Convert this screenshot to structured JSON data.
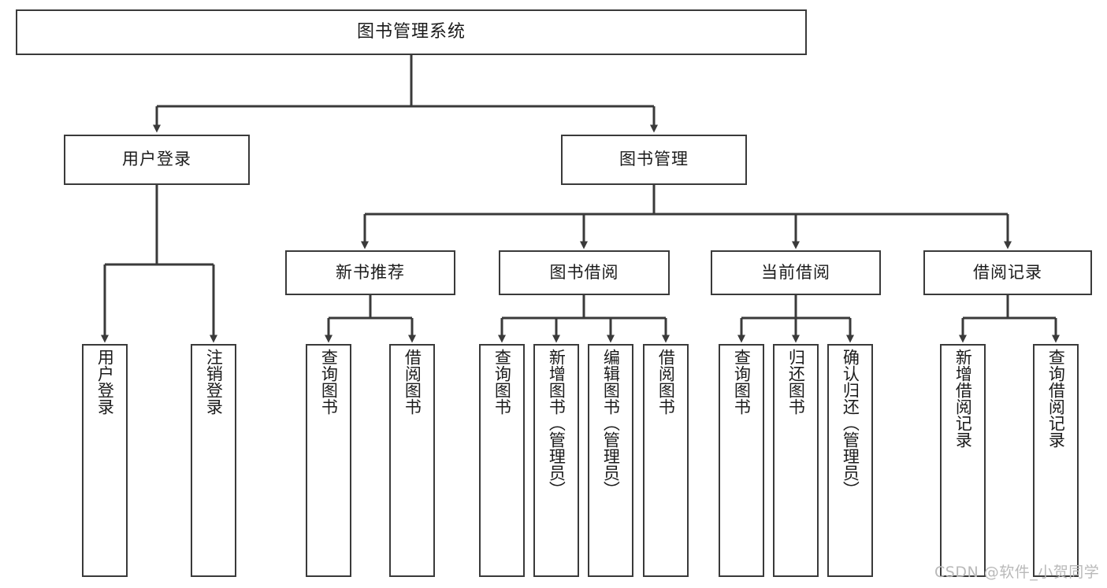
{
  "diagram": {
    "title": "图书管理系统",
    "type": "tree",
    "watermark": "CSDN @软件_小贺同学",
    "colors": {
      "box_border": "#3a3a3a",
      "box_fill": "#ffffff",
      "connector": "#3a3a3a",
      "text": "#1b1b1b",
      "watermark": "#b9b9b9",
      "background": "#ffffff"
    },
    "levels": {
      "root": {
        "label": "图书管理系统"
      },
      "level2": [
        {
          "id": "user-login",
          "label": "用户登录"
        },
        {
          "id": "book-management",
          "label": "图书管理"
        }
      ],
      "level3": [
        {
          "id": "new-book-recommend",
          "label": "新书推荐",
          "parent": "book-management"
        },
        {
          "id": "book-borrow",
          "label": "图书借阅",
          "parent": "book-management"
        },
        {
          "id": "current-borrow",
          "label": "当前借阅",
          "parent": "book-management"
        },
        {
          "id": "borrow-record",
          "label": "借阅记录",
          "parent": "book-management"
        }
      ],
      "leaves": [
        {
          "id": "leaf-user-login",
          "label": "用户登录",
          "parent": "user-login"
        },
        {
          "id": "leaf-logout",
          "label": "注销登录",
          "parent": "user-login"
        },
        {
          "id": "leaf-query-book-1",
          "label": "查询图书",
          "parent": "new-book-recommend"
        },
        {
          "id": "leaf-borrow-book-1",
          "label": "借阅图书",
          "parent": "new-book-recommend"
        },
        {
          "id": "leaf-query-book-2",
          "label": "查询图书",
          "parent": "book-borrow"
        },
        {
          "id": "leaf-add-book",
          "label": "新增图书（管理员）",
          "parent": "book-borrow"
        },
        {
          "id": "leaf-edit-book",
          "label": "编辑图书（管理员）",
          "parent": "book-borrow"
        },
        {
          "id": "leaf-borrow-book-2",
          "label": "借阅图书",
          "parent": "book-borrow"
        },
        {
          "id": "leaf-query-book-3",
          "label": "查询图书",
          "parent": "current-borrow"
        },
        {
          "id": "leaf-return-book",
          "label": "归还图书",
          "parent": "current-borrow"
        },
        {
          "id": "leaf-confirm-return",
          "label": "确认归还（管理员）",
          "parent": "current-borrow"
        },
        {
          "id": "leaf-add-record",
          "label": "新增借阅记录",
          "parent": "borrow-record"
        },
        {
          "id": "leaf-query-record",
          "label": "查询借阅记录",
          "parent": "borrow-record"
        }
      ]
    }
  }
}
